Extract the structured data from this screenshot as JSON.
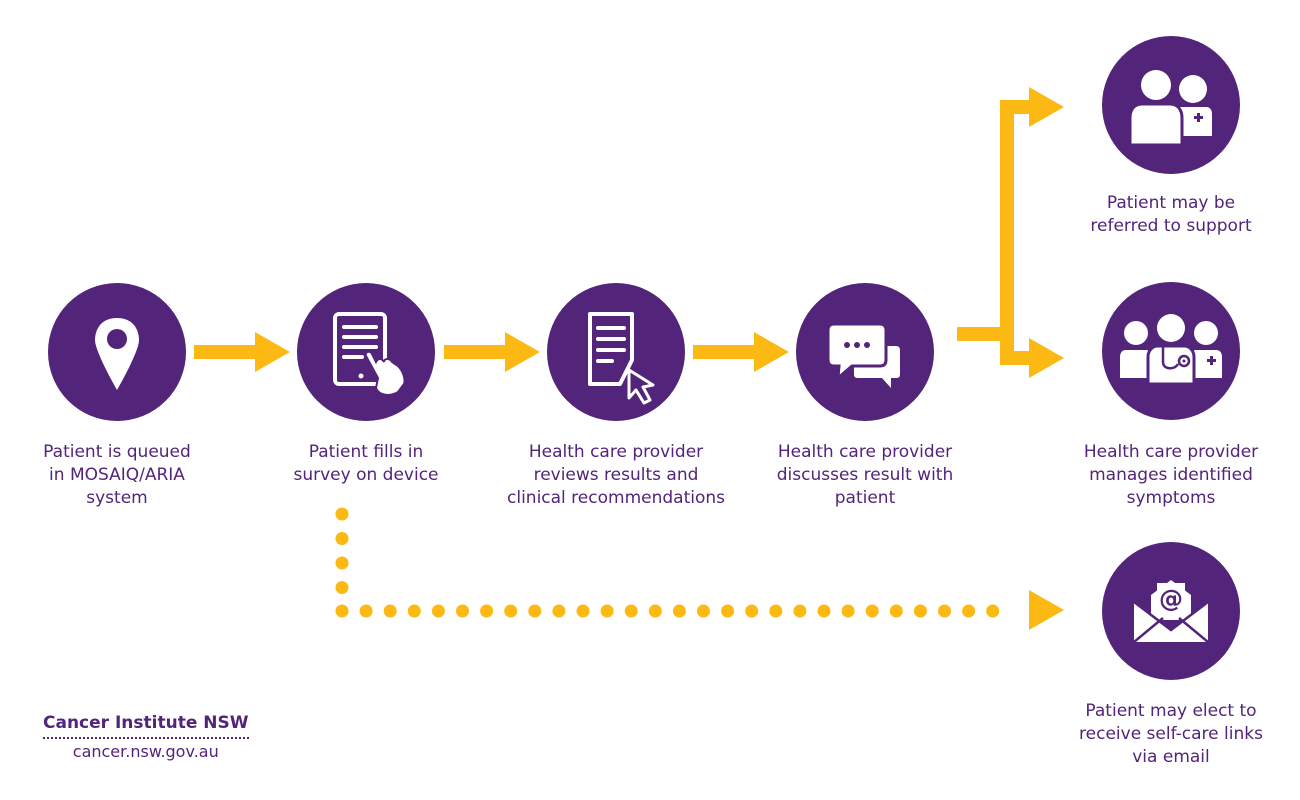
{
  "colors": {
    "node": "#52247a",
    "arrow": "#fdb913",
    "text": "#52247a",
    "background": "#ffffff"
  },
  "nodes": [
    {
      "id": "queued",
      "icon": "location-pin-icon",
      "label": "Patient is queued\nin MOSAIQ/ARIA\nsystem"
    },
    {
      "id": "survey",
      "icon": "tablet-touch-icon",
      "label": "Patient fills in\nsurvey on device"
    },
    {
      "id": "review",
      "icon": "document-cursor-icon",
      "label": "Health care provider\nreviews results and\nclinical recommendations"
    },
    {
      "id": "discuss",
      "icon": "chat-bubbles-icon",
      "label": "Health care provider\ndiscusses result with\npatient"
    },
    {
      "id": "referred",
      "icon": "patient-nurse-icon",
      "label": "Patient may be\nreferred to support"
    },
    {
      "id": "manages",
      "icon": "medical-team-icon",
      "label": "Health care provider\nmanages identified\nsymptoms"
    },
    {
      "id": "email",
      "icon": "email-at-icon",
      "label": "Patient may elect to\nreceive self-care links\nvia email"
    }
  ],
  "edges": [
    {
      "from": "queued",
      "to": "survey",
      "style": "solid"
    },
    {
      "from": "survey",
      "to": "review",
      "style": "solid"
    },
    {
      "from": "review",
      "to": "discuss",
      "style": "solid"
    },
    {
      "from": "discuss",
      "to": "referred",
      "style": "solid-branch"
    },
    {
      "from": "discuss",
      "to": "manages",
      "style": "solid-branch"
    },
    {
      "from": "survey",
      "to": "email",
      "style": "dotted"
    }
  ],
  "branding": {
    "name": "Cancer Institute NSW",
    "url": "cancer.nsw.gov.au"
  }
}
